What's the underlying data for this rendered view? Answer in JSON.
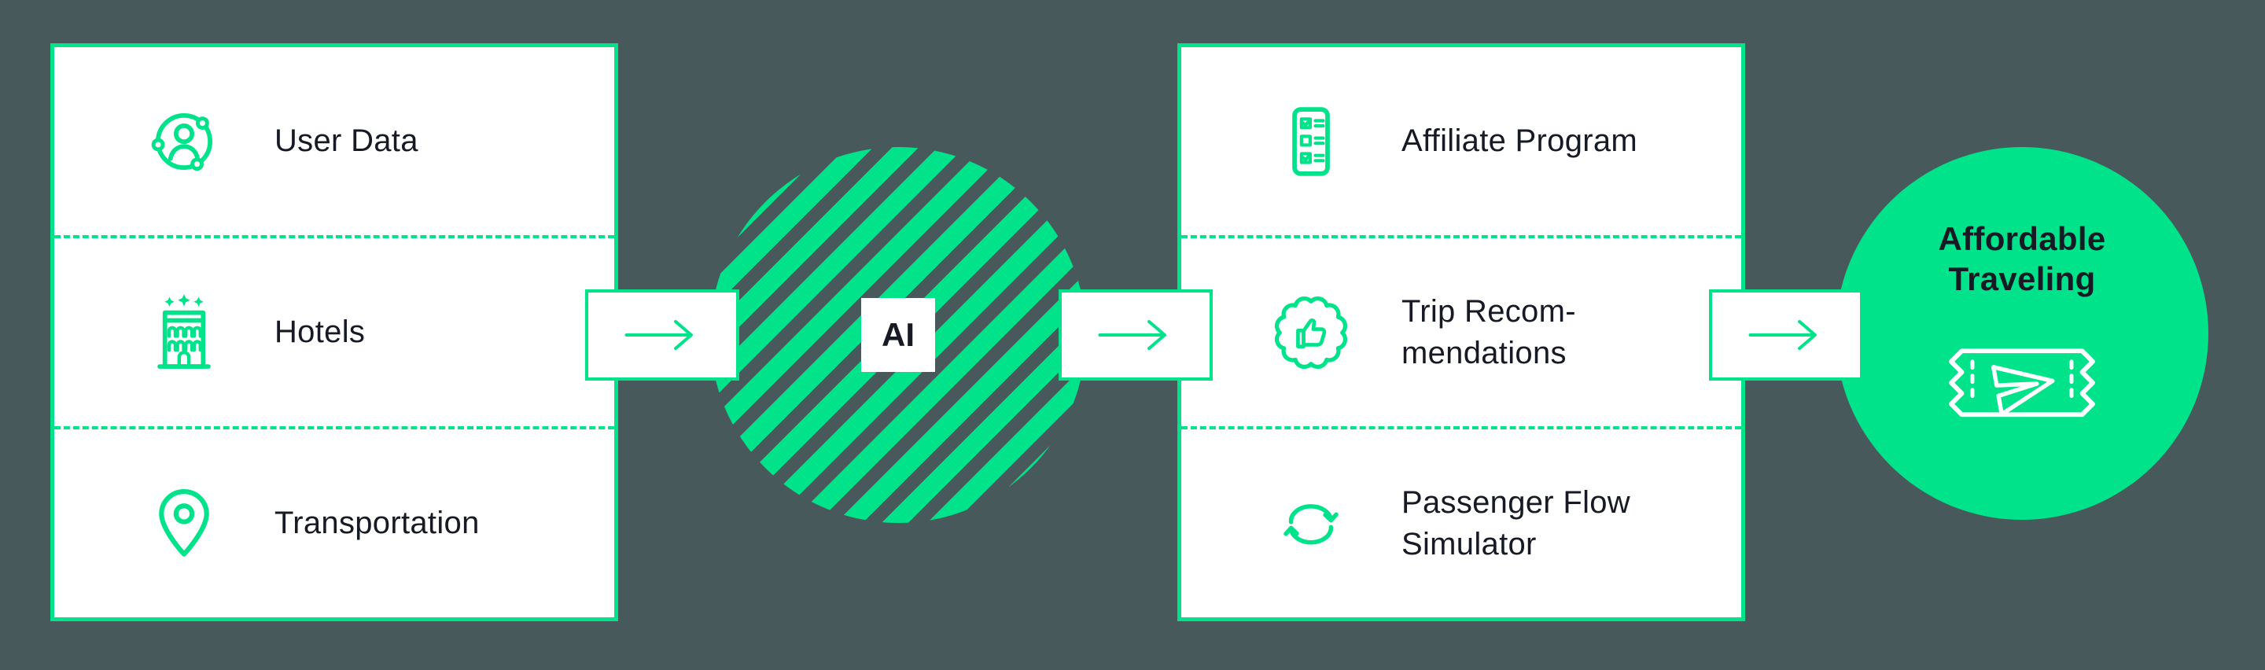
{
  "colors": {
    "accent": "#00E38A",
    "background": "#47595B",
    "ink": "#161A24",
    "panel": "#FFFFFF"
  },
  "left_panel": {
    "rows": [
      {
        "icon": "user-network-icon",
        "label": "User Data"
      },
      {
        "icon": "hotel-icon",
        "label": "Hotels"
      },
      {
        "icon": "location-pin-icon",
        "label": "Transportation"
      }
    ]
  },
  "ai_node": {
    "label": "AI"
  },
  "right_panel": {
    "rows": [
      {
        "icon": "phone-checklist-icon",
        "label": "Affiliate Program"
      },
      {
        "icon": "badge-thumbs-up-icon",
        "label": "Trip Recom-\nmendations"
      },
      {
        "icon": "cycle-arrows-icon",
        "label": "Passenger Flow\nSimulator"
      }
    ]
  },
  "result_node": {
    "icon": "ticket-icon",
    "label": "Affordable\nTraveling"
  }
}
